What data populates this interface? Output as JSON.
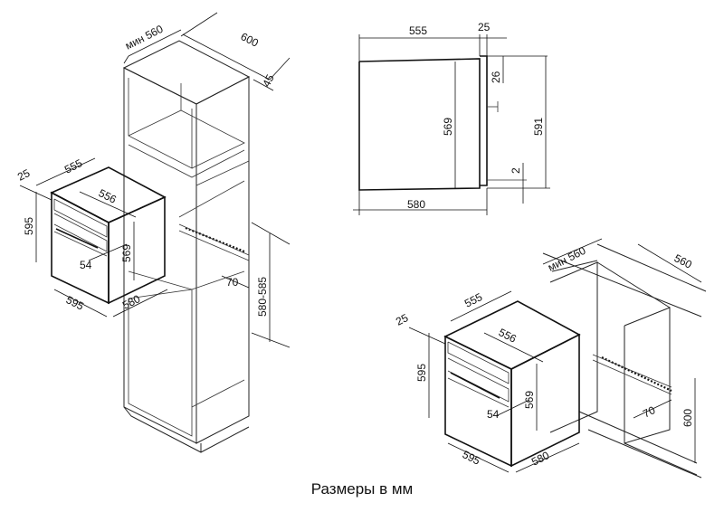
{
  "caption": "Размеры в мм",
  "side_view": {
    "width_top": "555",
    "front": "25",
    "height_inner": "569",
    "panel": "26",
    "height_total": "591",
    "gap": "2",
    "depth_bottom": "580"
  },
  "column_oven": {
    "niche_min": "мин 560",
    "cabinet_depth": "600",
    "top_gap": "45",
    "front": "25",
    "top_width": "555",
    "inner_width": "556",
    "height": "595",
    "inner_height": "569",
    "handle": "54",
    "width_bottom": "595",
    "depth": "580",
    "niche_depth": "70",
    "niche_height": "580-585"
  },
  "under_counter": {
    "niche_min": "мин 560",
    "niche_depth": "560",
    "front": "25",
    "top_width": "555",
    "inner_width": "556",
    "height": "595",
    "inner_height": "569",
    "handle": "54",
    "width_bottom": "595",
    "depth": "580",
    "vent": "70",
    "niche_height": "600"
  }
}
